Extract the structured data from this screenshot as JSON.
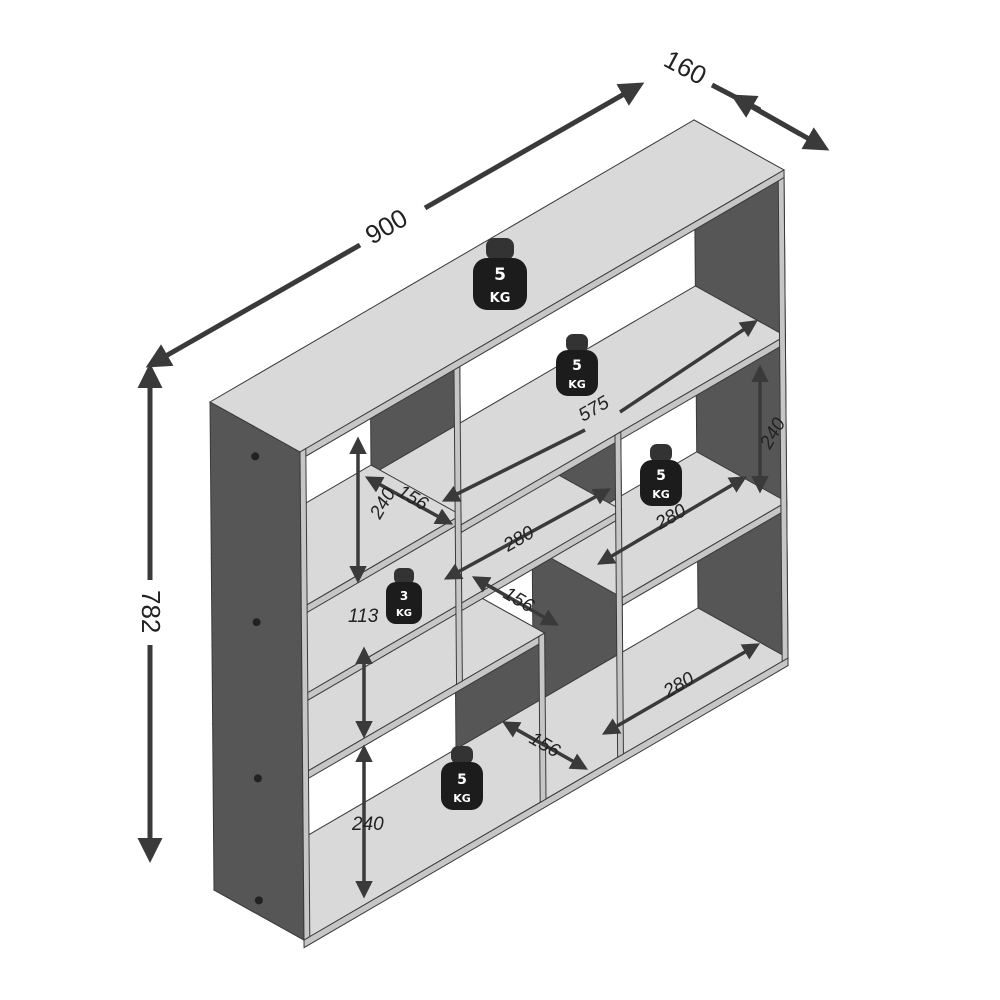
{
  "colors": {
    "surface": "#d9d9d9",
    "edge": "#c6c6c6",
    "dark": "#565656",
    "outline": "#3a3a3a",
    "weight": "#1c1c1c",
    "arrow": "#3a3a3a"
  },
  "dimensions": {
    "width": "900",
    "depth": "160",
    "height": "782",
    "long_shelf": "575",
    "left_top_cell": "240",
    "right_cell": "240",
    "bottom_cell": "240",
    "small_cell": "113",
    "depth_top_left": "156",
    "depth_middle": "156",
    "depth_bottom": "156",
    "shelf_middle": "280",
    "shelf_right": "280",
    "shelf_bottom_right": "280"
  },
  "weights": [
    {
      "value": "5",
      "unit": "KG"
    },
    {
      "value": "5",
      "unit": "KG"
    },
    {
      "value": "5",
      "unit": "KG"
    },
    {
      "value": "3",
      "unit": "KG"
    },
    {
      "value": "5",
      "unit": "KG"
    }
  ]
}
